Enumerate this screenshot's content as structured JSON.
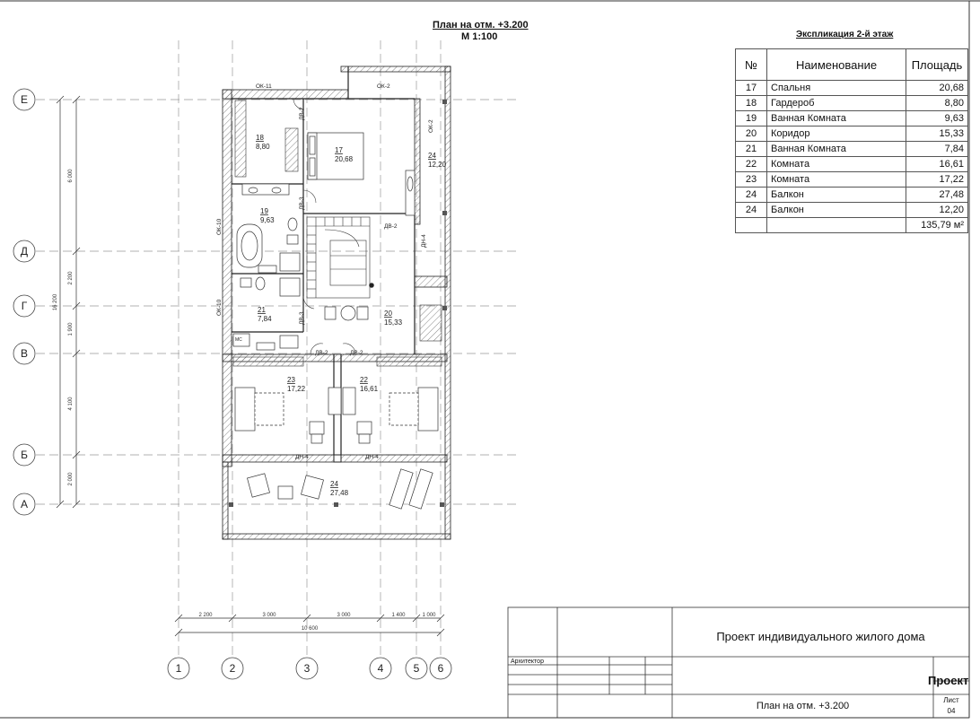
{
  "titles": {
    "plan_title": "План на отм. +3.200",
    "scale": "М 1:100",
    "explication_title": "Экспликация 2-й этаж"
  },
  "explication": {
    "headers": [
      "№",
      "Наименование",
      "Площадь"
    ],
    "rows": [
      [
        "17",
        "Спальня",
        "20,68"
      ],
      [
        "18",
        "Гардероб",
        "8,80"
      ],
      [
        "19",
        "Ванная Комната",
        "9,63"
      ],
      [
        "20",
        "Коридор",
        "15,33"
      ],
      [
        "21",
        "Ванная Комната",
        "7,84"
      ],
      [
        "22",
        "Комната",
        "16,61"
      ],
      [
        "23",
        "Комната",
        "17,22"
      ],
      [
        "24",
        "Балкон",
        "27,48"
      ],
      [
        "24",
        "Балкон",
        "12,20"
      ]
    ],
    "total": "135,79 м²"
  },
  "axes": {
    "rows": [
      "Е",
      "Д",
      "Г",
      "В",
      "Б",
      "А"
    ],
    "cols": [
      "1",
      "2",
      "3",
      "4",
      "5",
      "6"
    ]
  },
  "dims": {
    "left": [
      "6 000",
      "2 200",
      "1 900",
      "4 100",
      "2 000"
    ],
    "left_total": "16 200",
    "bottom": [
      "2 200",
      "3 000",
      "3 000",
      "1 400",
      "1 000"
    ],
    "bottom_total": "10 600"
  },
  "rooms": [
    {
      "num": "18",
      "area": "8,80"
    },
    {
      "num": "17",
      "area": "20,68"
    },
    {
      "num": "24",
      "area": "12,20"
    },
    {
      "num": "19",
      "area": "9,63"
    },
    {
      "num": "21",
      "area": "7,84"
    },
    {
      "num": "20",
      "area": "15,33"
    },
    {
      "num": "23",
      "area": "17,22"
    },
    {
      "num": "22",
      "area": "16,61"
    },
    {
      "num": "24",
      "area": "27,48"
    }
  ],
  "marks": {
    "ok11": "ОК-11",
    "ok2a": "ОК-2",
    "ok2b": "ОК-2",
    "ok10a": "ОК-10",
    "ok10b": "ОК-10",
    "dv2a": "ДВ-2",
    "dv2b": "ДВ-2",
    "dv2c": "ДВ-2",
    "dv2d": "ДВ-2",
    "dv3a": "ДВ-3",
    "dv3b": "ДВ-3",
    "dn4a": "ДН-4",
    "dn4b": "ДН-4",
    "dn4c": "ДН-4",
    "ms": "МС"
  },
  "stamp": {
    "project_name": "Проект индивидуального жилого дома",
    "role": "Архитектор",
    "stage": "Проект",
    "sheet_title": "План на отм. +3.200",
    "sheet_label": "Лист",
    "sheet_num": "04"
  }
}
